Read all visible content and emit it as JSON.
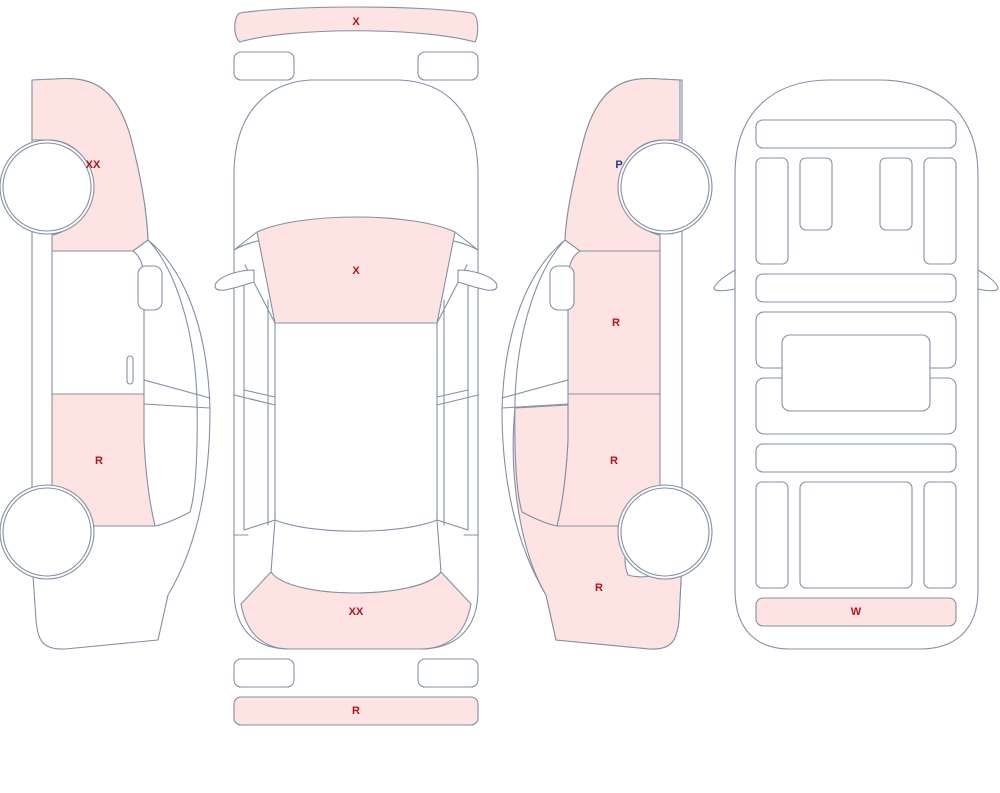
{
  "colors": {
    "outline": "#8390a4",
    "damage_fill": "#fde3e1",
    "code_red": "#b3121f",
    "code_blue": "#1f3f9a"
  },
  "codes": {
    "front_bumper": "X",
    "windshield": "X",
    "trunk": "XX",
    "rear_bumper": "R",
    "left_front_fender": "XX",
    "left_rear_door": "R",
    "right_front_fender": "P",
    "right_front_door": "R",
    "right_rear_door": "R",
    "right_rear_quarter": "R",
    "underbody_rear": "W"
  }
}
